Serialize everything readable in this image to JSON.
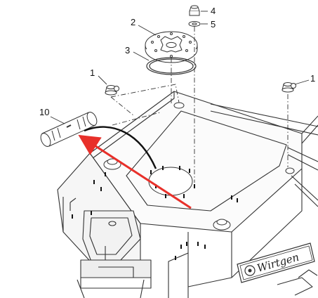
{
  "diagram": {
    "callouts": [
      {
        "id": "part-1-left",
        "label": "1"
      },
      {
        "id": "part-1-right",
        "label": "1"
      },
      {
        "id": "part-2",
        "label": "2"
      },
      {
        "id": "part-3",
        "label": "3"
      },
      {
        "id": "part-4",
        "label": "4"
      },
      {
        "id": "part-5",
        "label": "5"
      },
      {
        "id": "part-10",
        "label": "10"
      }
    ],
    "brand_text": "Wirtgen",
    "colors": {
      "line": "#333333",
      "arrow_red": "#e8302a",
      "arrow_black": "#111111"
    },
    "icons": [
      "exploded-parts-drawing",
      "removal-arrow-icon",
      "wirtgen-logo-icon"
    ]
  }
}
